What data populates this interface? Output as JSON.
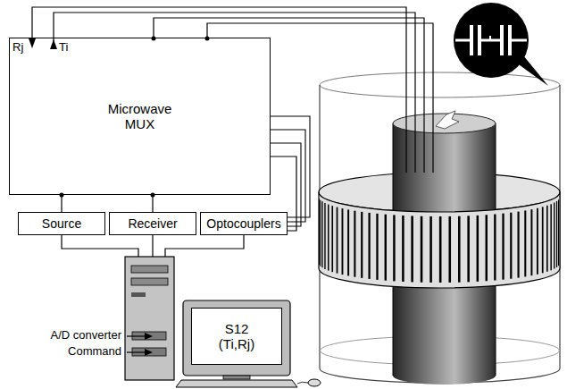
{
  "diagram": {
    "nodes": [
      {
        "text": [
          "Microwave MUX"
        ]
      },
      {
        "text": [
          "Source"
        ]
      },
      {
        "text": [
          "Receiver"
        ]
      },
      {
        "text": [
          "Optocouplers"
        ]
      },
      {
        "text": [
          "S12",
          "(Ti,Rj)"
        ]
      }
    ],
    "edges": [
      {
        "from": 1,
        "to": 0,
        "arrow": "none"
      },
      {
        "from": 2,
        "to": 0,
        "arrow": "none"
      },
      {
        "from": 3,
        "to": 0,
        "arrow": "none"
      }
    ],
    "labels": [
      "Rj",
      "Ti",
      "A/D converter",
      "Command"
    ]
  }
}
